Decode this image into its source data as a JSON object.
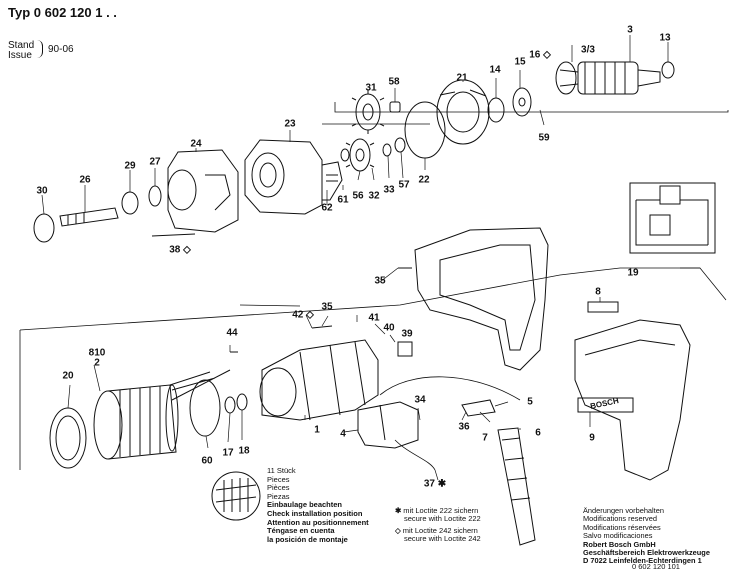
{
  "header": {
    "typ_label": "Typ",
    "typ_number": "0 602 120 1 . .",
    "stand_label": "Stand",
    "issue_label": "Issue",
    "date": "90-06"
  },
  "callouts": [
    "3",
    "3/3",
    "13",
    "16 ◇",
    "15",
    "14",
    "21",
    "58",
    "31",
    "23",
    "24",
    "27",
    "29",
    "26",
    "30",
    "38 ◇",
    "62",
    "61",
    "56",
    "32",
    "33",
    "57",
    "22",
    "59",
    "35",
    "19",
    "8",
    "42 ◇",
    "35",
    "41",
    "40",
    "39",
    "44",
    "810",
    "2",
    "20",
    "1",
    "60",
    "17",
    "18",
    "4",
    "34",
    "36",
    "7",
    "5",
    "6",
    "9",
    "37 ✱"
  ],
  "pieces_note": {
    "count": "11 Stück",
    "lines": [
      "Pieces",
      "Pièces",
      "Piezas"
    ],
    "install_lines": [
      "Einbaulage beachten",
      "Check installation position",
      "Attention au positionnement",
      "Téngase en cuenta",
      "la posición de montaje"
    ]
  },
  "loctite_notes": [
    {
      "symbol": "✱",
      "line1": "mit Loctite 222 sichern",
      "line2": "secure with Loctite 222"
    },
    {
      "symbol": "◇",
      "line1": "mit Loctite 242 sichern",
      "line2": "secure with Loctite 242"
    }
  ],
  "modifications": [
    "Änderungen vorbehalten",
    "Modifications reserved",
    "Modifications réservées",
    "Salvo modificaciones"
  ],
  "company": [
    "Robert Bosch GmbH",
    "Geschäftsbereich Elektrowerkzeuge",
    "D 7022 Leinfelden-Echterdingen 1"
  ],
  "doc_number": "0 602 120 101",
  "nameplate_text": "BOSCH"
}
